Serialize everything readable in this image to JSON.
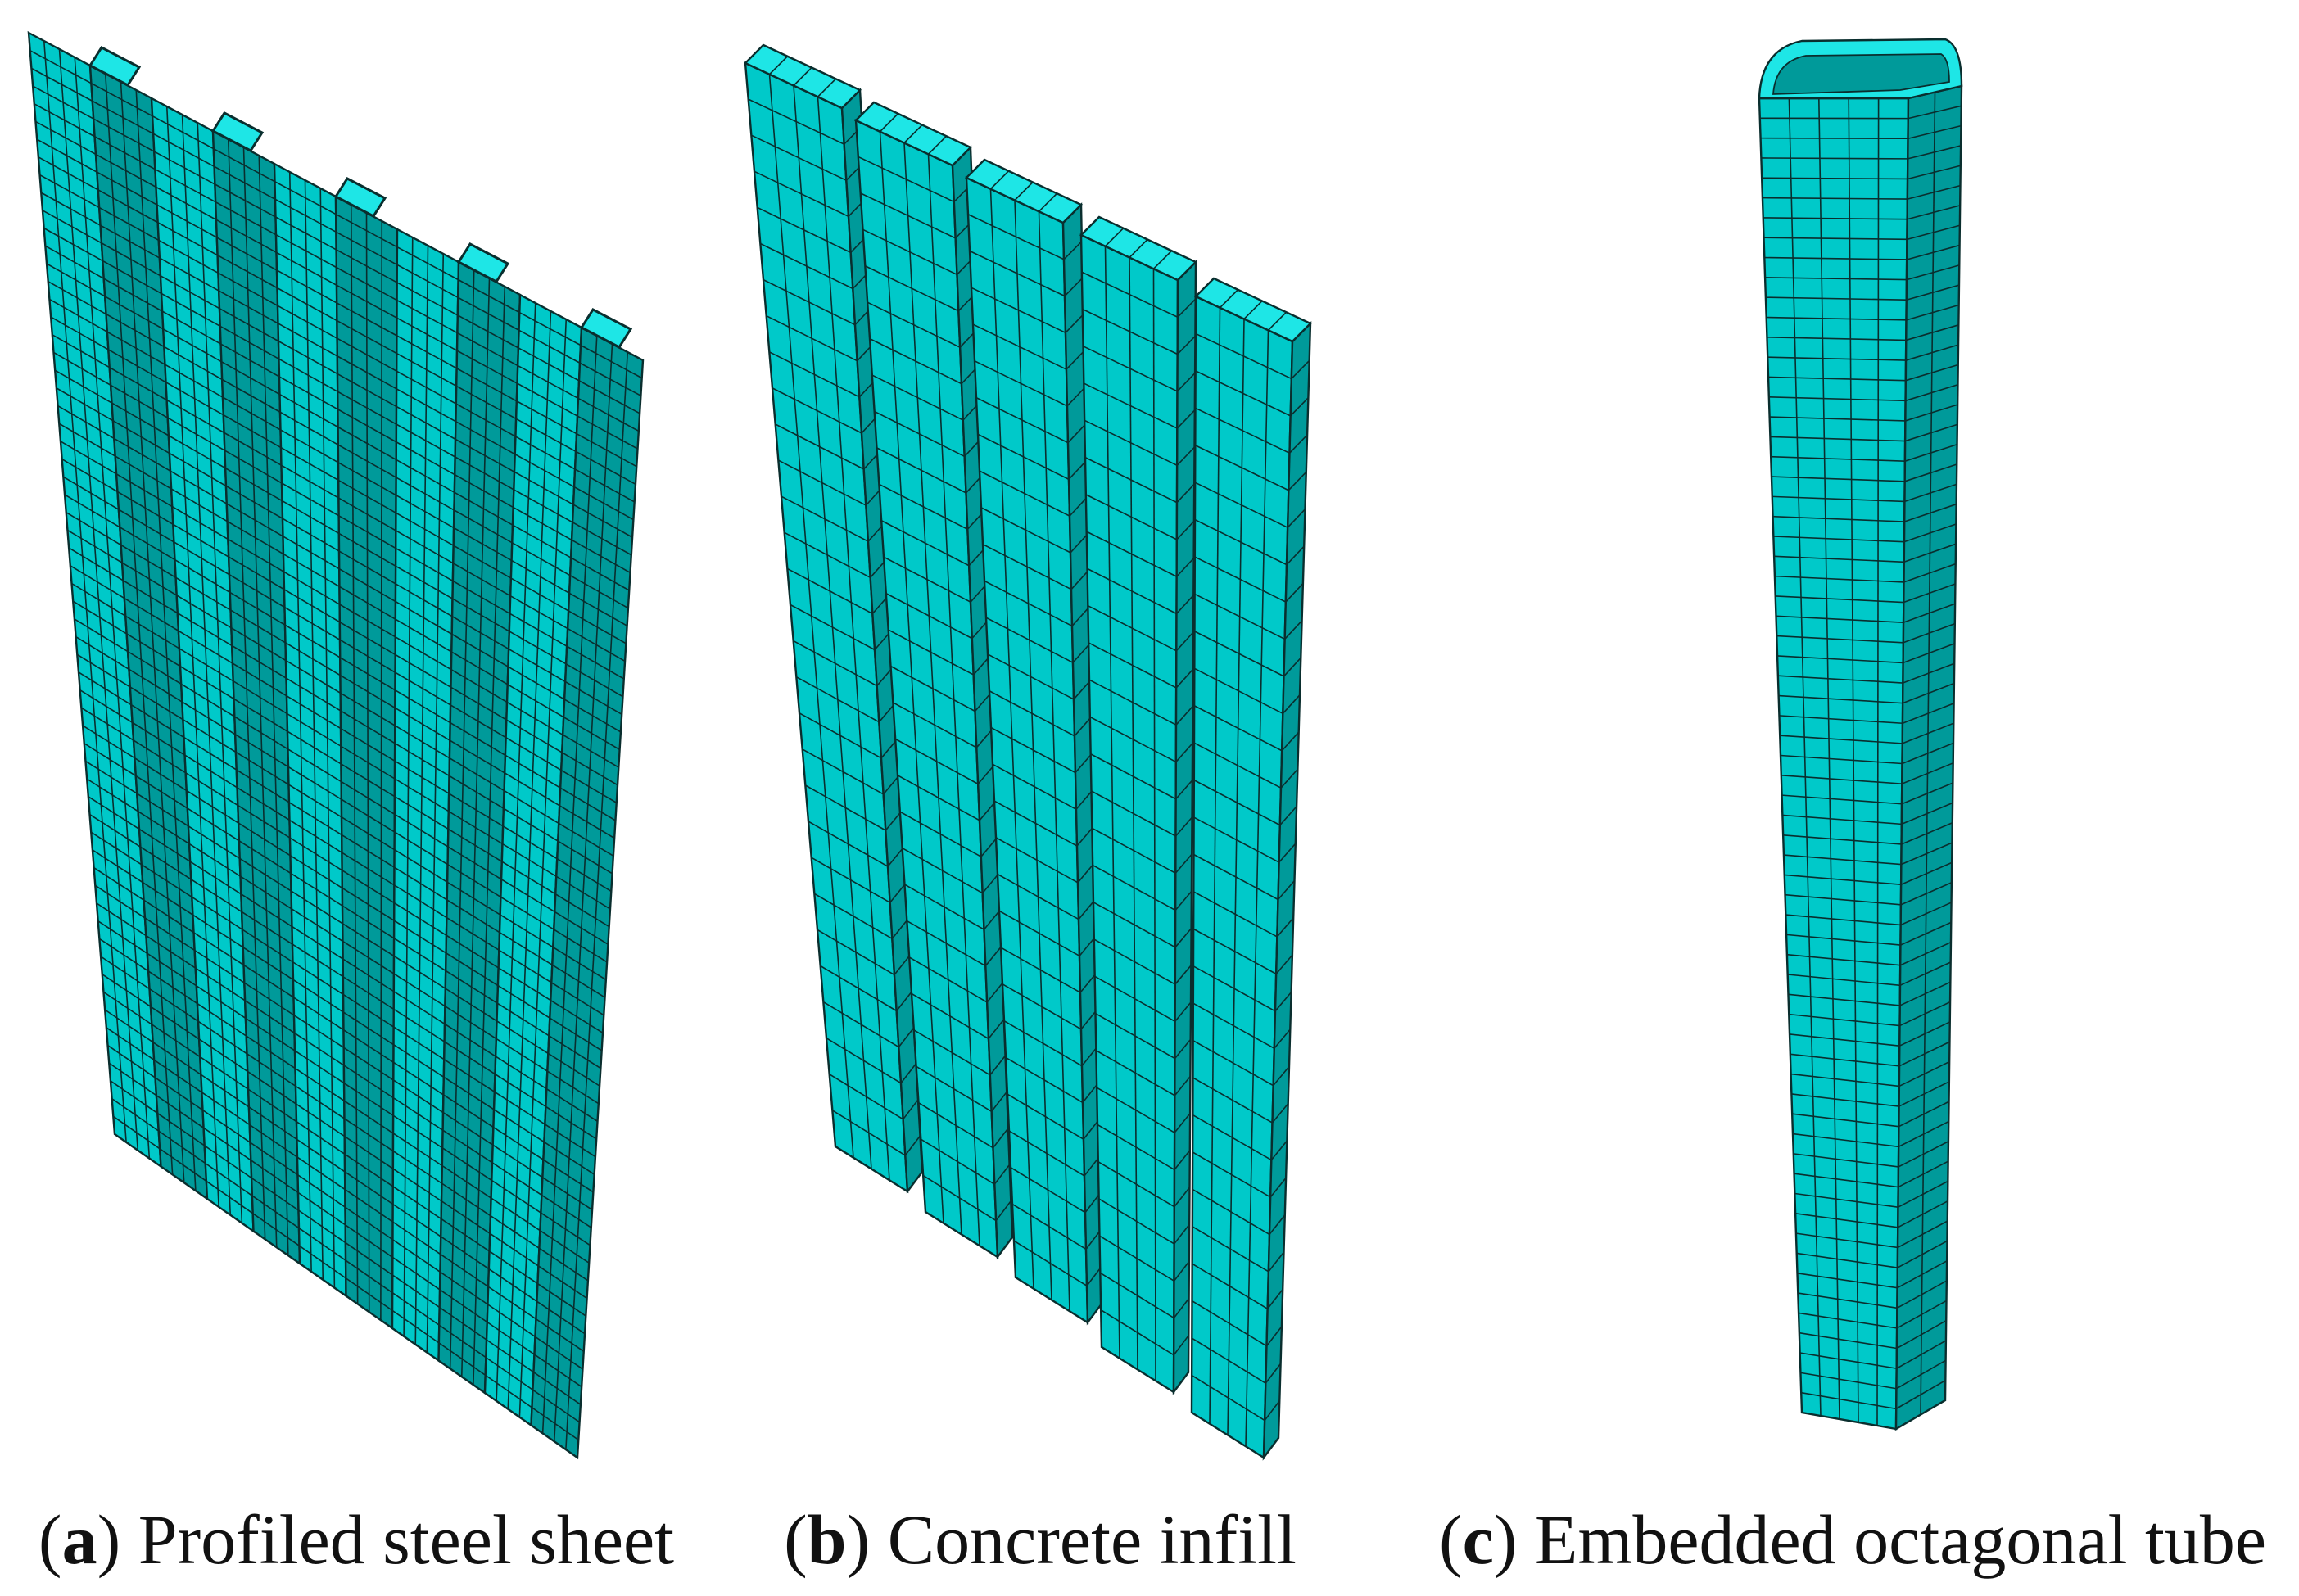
{
  "colors": {
    "mesh_fill": "#00c9c9",
    "mesh_fill_light": "#1ee6e6",
    "mesh_fill_dark": "#009a9a",
    "mesh_line": "#0a2e2e",
    "background": "#ffffff"
  },
  "panels": [
    {
      "id": "a",
      "letter": "a",
      "label": "Profiled steel sheet"
    },
    {
      "id": "b",
      "letter": "b",
      "label": "Concrete infill"
    },
    {
      "id": "c",
      "letter": "c",
      "label": "Embedded octagonal tube"
    }
  ]
}
